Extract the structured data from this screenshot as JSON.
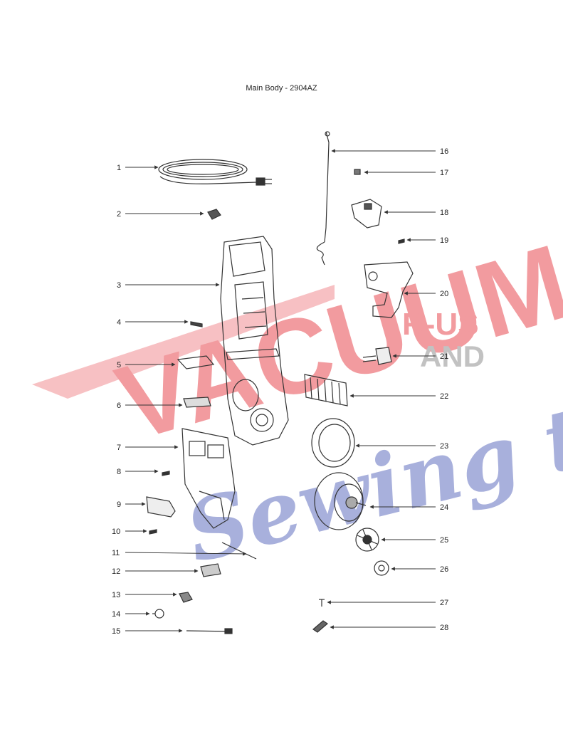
{
  "title": "Main Body - 2904AZ",
  "watermark": {
    "brand_main": "VACUUMS",
    "brand_suffix_1": "R-US",
    "brand_suffix_2": "AND",
    "brand_script": "Sewing too",
    "colors": {
      "red": "#f08a8f",
      "blue": "#9aa3d6",
      "gray": "#b8b8b8"
    }
  },
  "callouts_left": [
    "1",
    "2",
    "3",
    "4",
    "5",
    "6",
    "7",
    "8",
    "9",
    "10",
    "11",
    "12",
    "13",
    "14",
    "15"
  ],
  "callouts_right": [
    "16",
    "17",
    "18",
    "19",
    "20",
    "21",
    "22",
    "23",
    "24",
    "25",
    "26",
    "27",
    "28"
  ],
  "line_color": "#333333"
}
